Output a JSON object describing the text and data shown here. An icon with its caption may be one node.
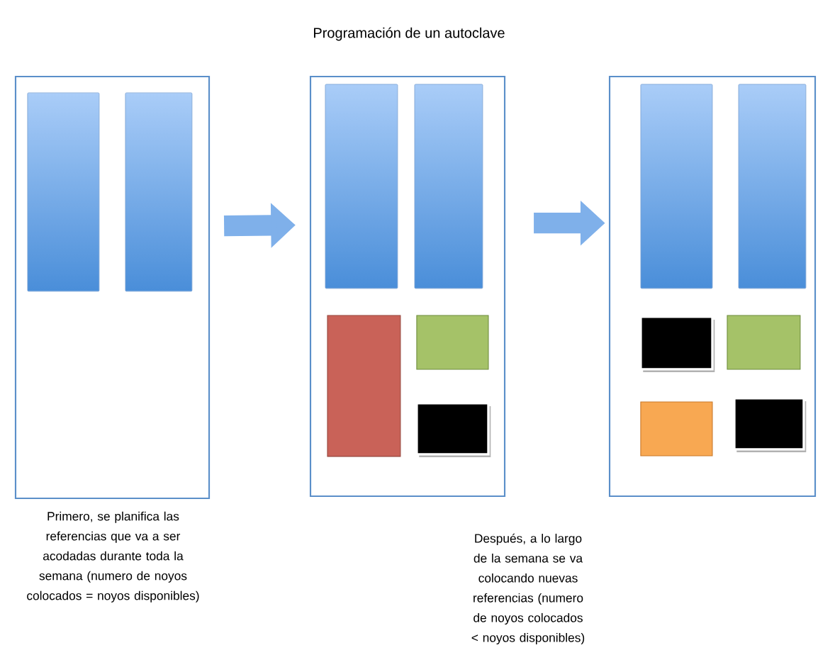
{
  "diagram": {
    "title": "Programación de un autoclave",
    "nodes": [
      {
        "text": [],
        "shape": "box",
        "beside": [
          "Primero, se planifica las referencias que va a ser acodadas durante toda la semana (numero de noyos colocados = noyos disponibles)"
        ]
      },
      {
        "text": [],
        "shape": "bar",
        "in": 0
      },
      {
        "text": [],
        "shape": "bar",
        "in": 0
      },
      {
        "text": [],
        "shape": "box"
      },
      {
        "text": [],
        "shape": "bar",
        "in": 3
      },
      {
        "text": [],
        "shape": "bar",
        "in": 3
      },
      {
        "text": [],
        "shape": "box",
        "in": 3
      },
      {
        "text": [],
        "shape": "box",
        "in": 3
      },
      {
        "text": [],
        "shape": "box",
        "in": 3
      },
      {
        "text": [],
        "shape": "box"
      },
      {
        "text": [],
        "shape": "bar",
        "in": 9
      },
      {
        "text": [],
        "shape": "bar",
        "in": 9
      },
      {
        "text": [],
        "shape": "box",
        "in": 9
      },
      {
        "text": [],
        "shape": "box",
        "in": 9
      },
      {
        "text": [],
        "shape": "box",
        "in": 9
      },
      {
        "text": [],
        "shape": "box",
        "in": 9
      }
    ],
    "edges": [
      {
        "from": 0,
        "to": 3,
        "arrow": "to"
      },
      {
        "from": 3,
        "to": 9,
        "arrow": "to"
      }
    ],
    "labels": [
      "Después, a lo largo de la semana se va colocando nuevas referencias (numero de noyos colocados < noyos disponibles)"
    ]
  }
}
